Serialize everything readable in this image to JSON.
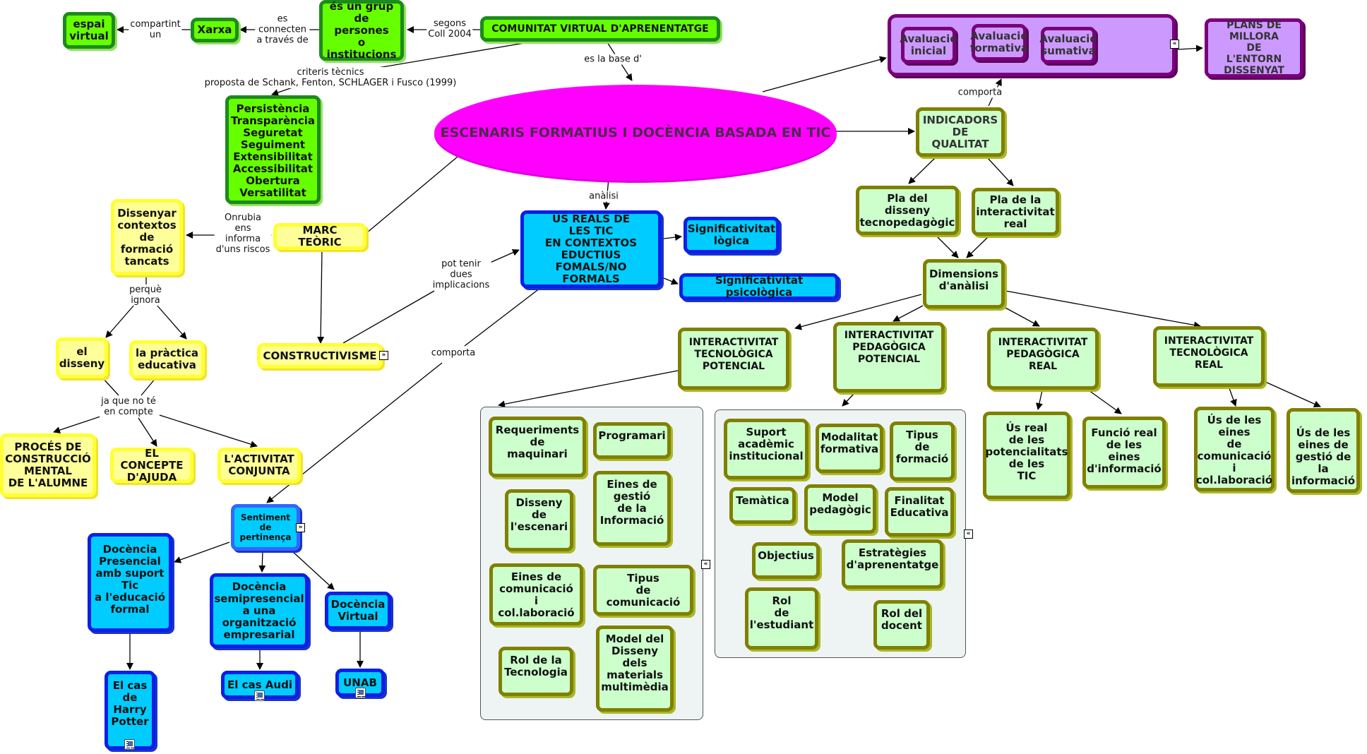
{
  "title": "ESCENARIS FORMATIUS I DOCÈNCIA BASADA EN TIC",
  "colors": {
    "center": "#ff00ff",
    "green": "#66ff00",
    "yellow": "#ffff99",
    "blue": "#00ccff",
    "light_green": "#ccffcc",
    "purple": "#cc99ff"
  },
  "nodes": {
    "central": "ESCENARIS FORMATIUS I DOCÈNCIA BASADA EN TIC",
    "comunitat": "COMUNITAT VIRTUAL D'APRENENTATGE",
    "grup": "és un grup\nde persones\no\ninstitucions",
    "xarxa": "Xarxa",
    "espai": "espai\nvirtual",
    "criteris": "Persistència\nTransparència\nSeguretat\nSeguiment\nExtensibilitat\nAccessibilitat\nObertura\nVersatilitat",
    "marc": "MARC TEÒRIC",
    "dissenyar": "Dissenyar\ncontextos\nde\nformació\ntancats",
    "el_disseny": "el\ndisseny",
    "practica": "la pràctica\neducativa",
    "proces": "PROCÉS DE\nCONSTRUCCIÓ\nMENTAL\nDE L'ALUMNE",
    "concepte": "EL CONCEPTE\nD'AJUDA",
    "activitat": "L'ACTIVITAT\nCONJUNTA",
    "constructivisme": "CONSTRUCTIVISME",
    "usos": "ÚS REALS DE\nLES TIC\nEN CONTEXTOS\nEDUCTIUS\nFOMALS/NO FORMALS",
    "sig_logica": "Significativitat\nlògica",
    "sig_psico": "Significativitat psicològica",
    "sentiment": "Sentiment\nde\npertinença",
    "doc_presencial": "Docència\nPresencial\namb suport\nTic\na l'educació\nformal",
    "doc_semi": "Docència\nsemipresencial\na una\norganització\nempresarial",
    "doc_virtual": "Docència\nVirtual",
    "harry": "El cas\nde\nHarry\nPotter",
    "audi": "El cas Audi",
    "unab": "UNAB",
    "aval_inicial": "Avaluació\ninicial",
    "aval_formativa": "Avaluació\nformativa",
    "aval_sumativa": "Avaluació\nsumativa",
    "plans": "PLANS DE MILLORA\nDE\nL'ENTORN\nDISSENYAT",
    "indicadors": "INDICADORS\nDE\nQUALITAT",
    "pla_disseny": "Pla del\ndisseny\ntecnopedagògic",
    "pla_inter": "Pla de la\ninteractivitat\nreal",
    "dimensions": "Dimensions\nd'anàlisi",
    "itp": "INTERACTIVITAT\nTECNOLÒGICA\nPOTENCIAL",
    "ipp": "INTERACTIVITAT\nPEDAGÒGICA\nPOTENCIAL",
    "ipr": "INTERACTIVITAT\nPEDAGÒGICA\nREAL",
    "itr": "INTERACTIVITAT\nTECNOLÒGICA\nREAL",
    "us_real": "Ús real\nde les\npotencialitats\nde les\nTIC",
    "funcio_real": "Funció real\nde les\neines\nd'informació",
    "us_eines_com": "Ús de les\neines\nde\ncomunicació\ni\ncol.laboració",
    "us_eines_gest": "Ús de les\neines de\ngestió de\nla\ninformació"
  },
  "group_tecnologica": [
    "Requeriments\nde\nmaquinari",
    "Programari",
    "Disseny\nde\nl'escenari",
    "Eines de\ngestió\nde la\nInformació",
    "Eines de\ncomunicació\ni col.laboració",
    "Tipus\nde comunicació",
    "Rol de la\nTecnologia",
    "Model del\nDisseny\ndels\nmaterials\nmultimèdia"
  ],
  "group_pedagogica": [
    "Suport\nacadèmic\ninstitucional",
    "Modalitat\nformativa",
    "Tipus\nde\nformació",
    "Temàtica",
    "Model\npedagògic",
    "Finalitat\nEducativa",
    "Objectius",
    "Estratègies\nd'aprenentatge",
    "Rol\nde\nl'estudiant",
    "Rol del\ndocent"
  ],
  "links": {
    "compartint": "compartint\nun",
    "connecten": "es\nconnecten\na través de",
    "segons": "segons\nColl 2004",
    "criteris": "criteris tècnics\nproposta de Schank, Fenton, SCHLAGER i Fusco (1999)",
    "base": "es la base d'",
    "analisi": "anàlisi",
    "onrubia": "Onrubia\nens\ninforma\nd'uns riscos",
    "perque": "perquè\nignora",
    "ja_que": "ja que no té\nen compte",
    "pot_tenir": "pot tenir\ndues\nimplicacions",
    "comporta_usos": "comporta",
    "comporta_aval": "comporta"
  },
  "icons": {
    "expand": "»",
    "collapse": "«"
  }
}
